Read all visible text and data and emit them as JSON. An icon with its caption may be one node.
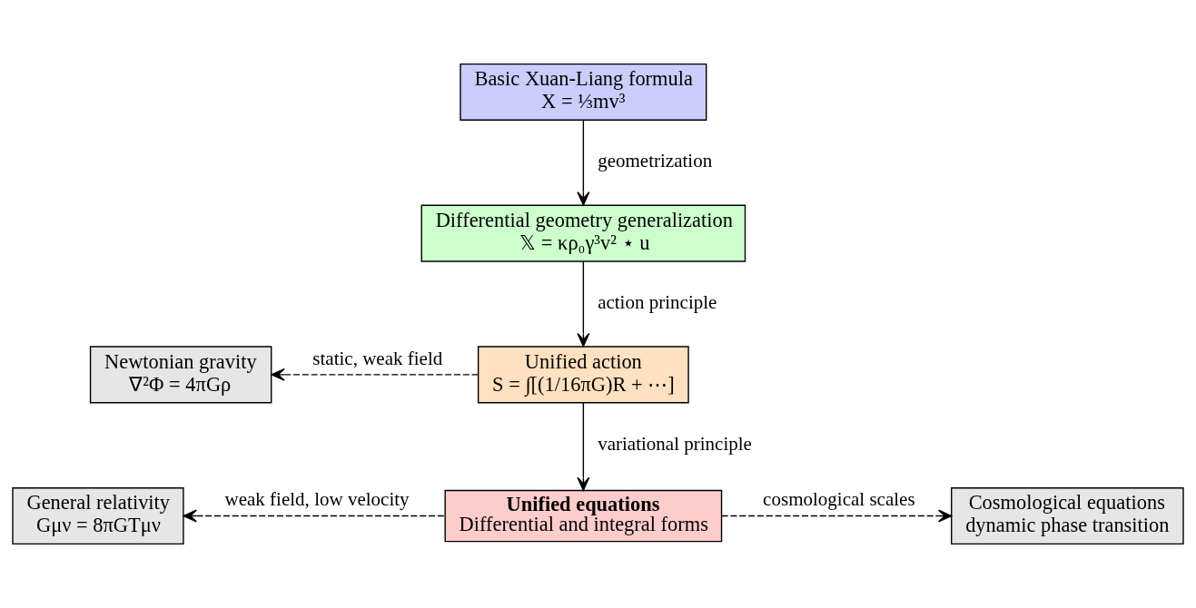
{
  "diagram": {
    "nodes": [
      {
        "text": [
          "Basic Xuan-Liang formula",
          "X = ⅓mv³"
        ]
      },
      {
        "text": [
          "Differential geometry generalization",
          "𝕏 = κρ₀γ³v² ⋆ u"
        ]
      },
      {
        "text": [
          "Unified action",
          "S = ∫[(1/16πG)R + ⋯]"
        ]
      },
      {
        "text": [
          "Newtonian gravity",
          "∇²Φ = 4πGρ"
        ]
      },
      {
        "text": [
          "Unified equations",
          "Differential and integral forms"
        ]
      },
      {
        "text": [
          "General relativity",
          "Gμν = 8πGTμν"
        ]
      },
      {
        "text": [
          "Cosmological equations",
          "dynamic phase transition"
        ]
      }
    ],
    "edges": [
      {
        "from": 0,
        "to": 1,
        "arrow": "to",
        "label": "geometrization"
      },
      {
        "from": 1,
        "to": 2,
        "arrow": "to",
        "label": "action principle"
      },
      {
        "from": 2,
        "to": 3,
        "arrow": "to",
        "label": "static, weak field",
        "style": "dashed"
      },
      {
        "from": 2,
        "to": 4,
        "arrow": "to",
        "label": "variational principle"
      },
      {
        "from": 4,
        "to": 5,
        "arrow": "to",
        "label": "weak field, low velocity",
        "style": "dashed"
      },
      {
        "from": 4,
        "to": 6,
        "arrow": "to",
        "label": "cosmological scales",
        "style": "dashed"
      }
    ]
  }
}
